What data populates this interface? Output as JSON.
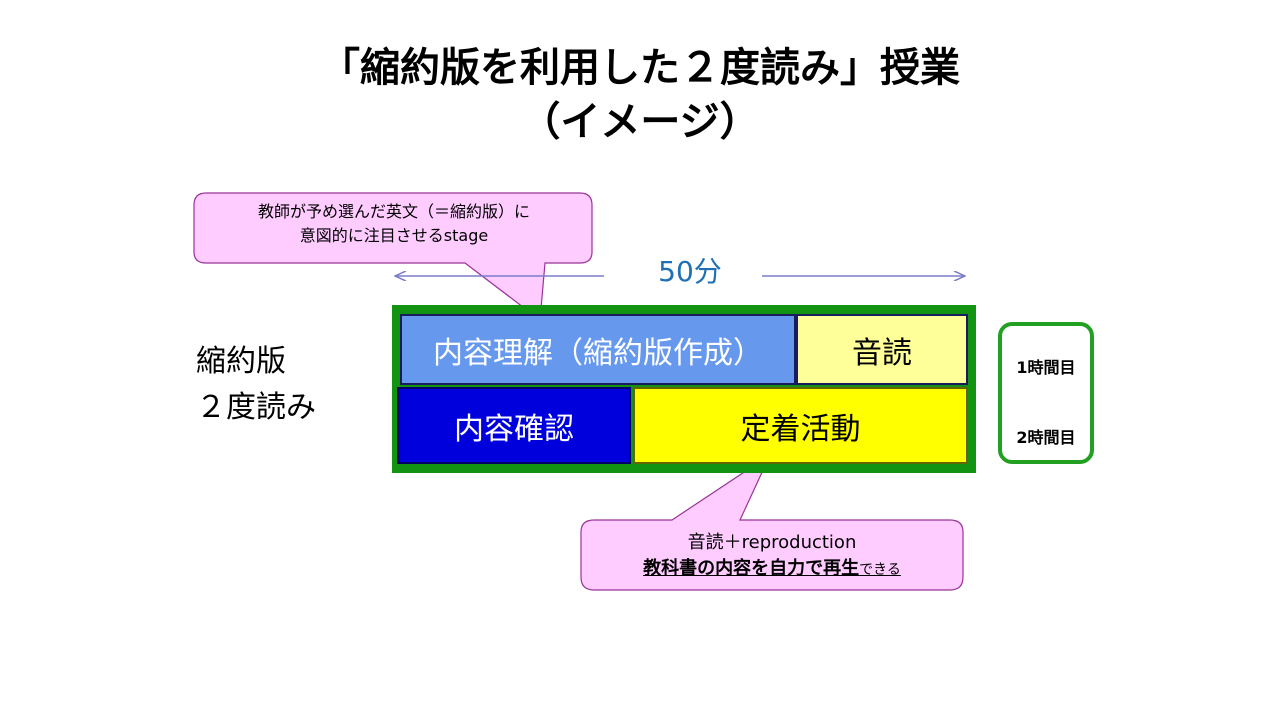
{
  "title": {
    "line1": "「縮約版を利用した２度読み」授業",
    "line2": "（イメージ）"
  },
  "callout_top": {
    "line1": "教師が予め選んだ英文（＝縮約版）に",
    "line2": "意図的に注目させるstage"
  },
  "duration": "50分",
  "side_label": {
    "line1": "縮約版",
    "line2": "２度読み"
  },
  "blocks": {
    "row1": [
      {
        "label": "内容理解（縮約版作成）",
        "color": "#6699ee"
      },
      {
        "label": "音読",
        "color": "#ffff99"
      }
    ],
    "row2": [
      {
        "label": "内容確認",
        "color": "#0000dd"
      },
      {
        "label": "定着活動",
        "color": "#ffff00"
      }
    ]
  },
  "periods": [
    "1時間目",
    "2時間目"
  ],
  "callout_bottom": {
    "line1": "音読＋reproduction",
    "line2_bold": "教科書の内容を自力で再生",
    "line2_small": "できる"
  },
  "colors": {
    "callout_fill": "#ffccff",
    "frame": "#129412",
    "duration_text": "#1f6fb5",
    "arrow": "#7b7bc8"
  }
}
